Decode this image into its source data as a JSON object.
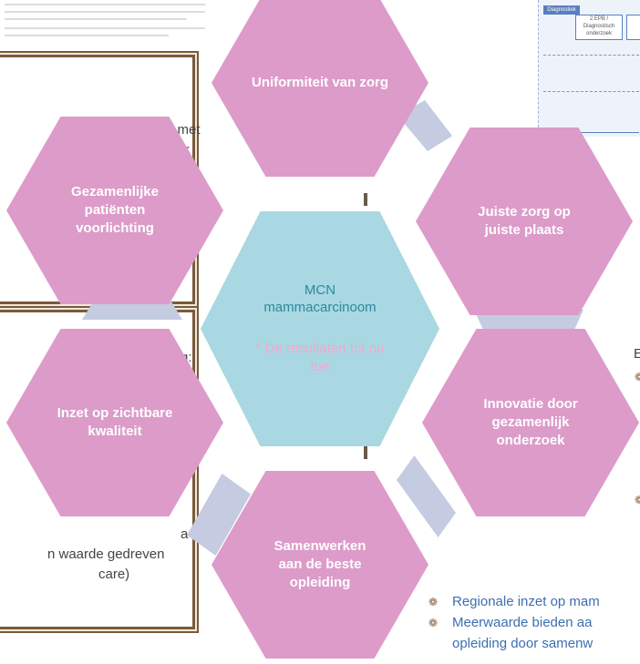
{
  "center": {
    "title_line1": "MCN",
    "title_line2": "mammacarcinoom",
    "subtitle": "* De resultaten tot nu toe"
  },
  "hexagons": {
    "top": "Uniformiteit van zorg",
    "top_left": "Gezamenlijke patiënten voorlichting",
    "top_right": "Juiste zorg op juiste plaats",
    "bottom_left": "Inzet op zichtbare kwaliteit",
    "bottom_right": "Innovatie door gezamenlijk onderzoek",
    "bottom": "Samenwerken aan de beste opleiding"
  },
  "background": {
    "left_text": [
      "n met",
      "lk"
    ],
    "left_lower_text": [
      "g:",
      "a-",
      "n waarde gedreven",
      " care)"
    ],
    "right_letter": "E",
    "diagram_box_1": "Diagnostiek",
    "diagram_box_2": "2.EPB / Diagnostisch onderzoek",
    "bullets": [
      "Regionale inzet op mam",
      "Meerwaarde bieden aa",
      "opleiding door samenw"
    ],
    "bullet_symbol": "❁"
  },
  "colors": {
    "pink": "#dc9bc9",
    "center": "#a9d8e2",
    "center_title": "#2a8aa0",
    "center_subtitle": "#f3a7d0",
    "connector": "#c5cbe0",
    "frame": "#7a5a3c"
  }
}
